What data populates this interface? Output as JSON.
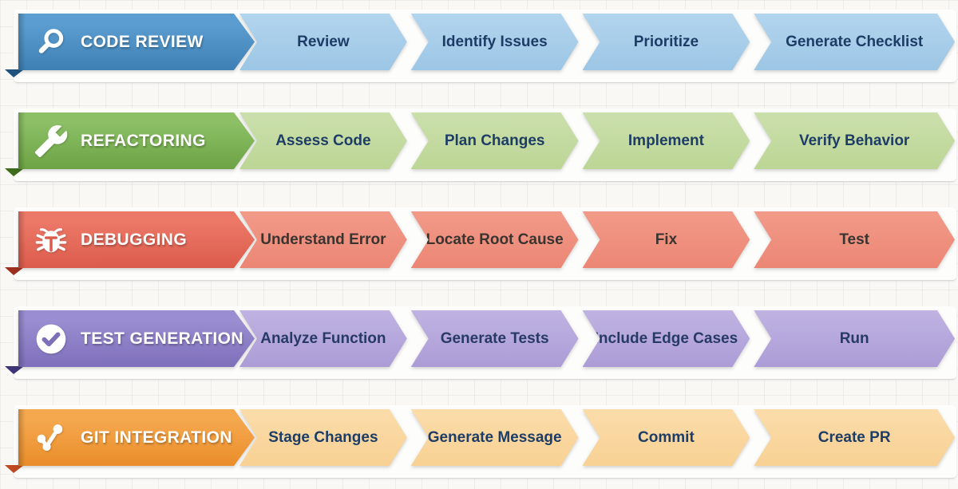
{
  "rows": [
    {
      "label": "CODE REVIEW",
      "icon": "magnifying-glass-icon",
      "steps": [
        "Review",
        "Identify Issues",
        "Prioritize",
        "Generate Checklist"
      ],
      "colors": {
        "header_top": "#5b9dd0",
        "header_bottom": "#3e80b4",
        "fold": "#1f5181",
        "step_top": "#b3d5ee",
        "step_bottom": "#9cc6e5",
        "step_text": "#1e3d66"
      }
    },
    {
      "label": "REFACTORING",
      "icon": "wrench-icon",
      "steps": [
        "Assess Code",
        "Plan Changes",
        "Implement",
        "Verify Behavior"
      ],
      "colors": {
        "header_top": "#8cbf66",
        "header_bottom": "#6ca344",
        "fold": "#3e6c1d",
        "step_top": "#cbdfac",
        "step_bottom": "#bcd695",
        "step_text": "#1e3d66"
      }
    },
    {
      "label": "DEBUGGING",
      "icon": "bug-icon",
      "steps": [
        "Understand Error",
        "Locate Root Cause",
        "Fix",
        "Test"
      ],
      "colors": {
        "header_top": "#ec7867",
        "header_bottom": "#db5b4b",
        "fold": "#9c2f1f",
        "step_top": "#f29a89",
        "step_bottom": "#ec8674",
        "step_text": "#3a3431"
      }
    },
    {
      "label": "TEST GENERATION",
      "icon": "check-circle-icon",
      "steps": [
        "Analyze Function",
        "Generate Tests",
        "Include Edge Cases",
        "Run"
      ],
      "colors": {
        "header_top": "#9a8dd1",
        "header_bottom": "#7e6fba",
        "fold": "#3e3578",
        "step_top": "#c0b3e2",
        "step_bottom": "#ab9cd6",
        "step_text": "#273a66"
      }
    },
    {
      "label": "GIT INTEGRATION",
      "icon": "git-branch-icon",
      "steps": [
        "Stage Changes",
        "Generate Message",
        "Commit",
        "Create PR"
      ],
      "colors": {
        "header_top": "#f5a84e",
        "header_bottom": "#ea8d2a",
        "fold": "#bf4a21",
        "step_top": "#fbdcaa",
        "step_bottom": "#f8d193",
        "step_text": "#1e3d66"
      }
    }
  ]
}
